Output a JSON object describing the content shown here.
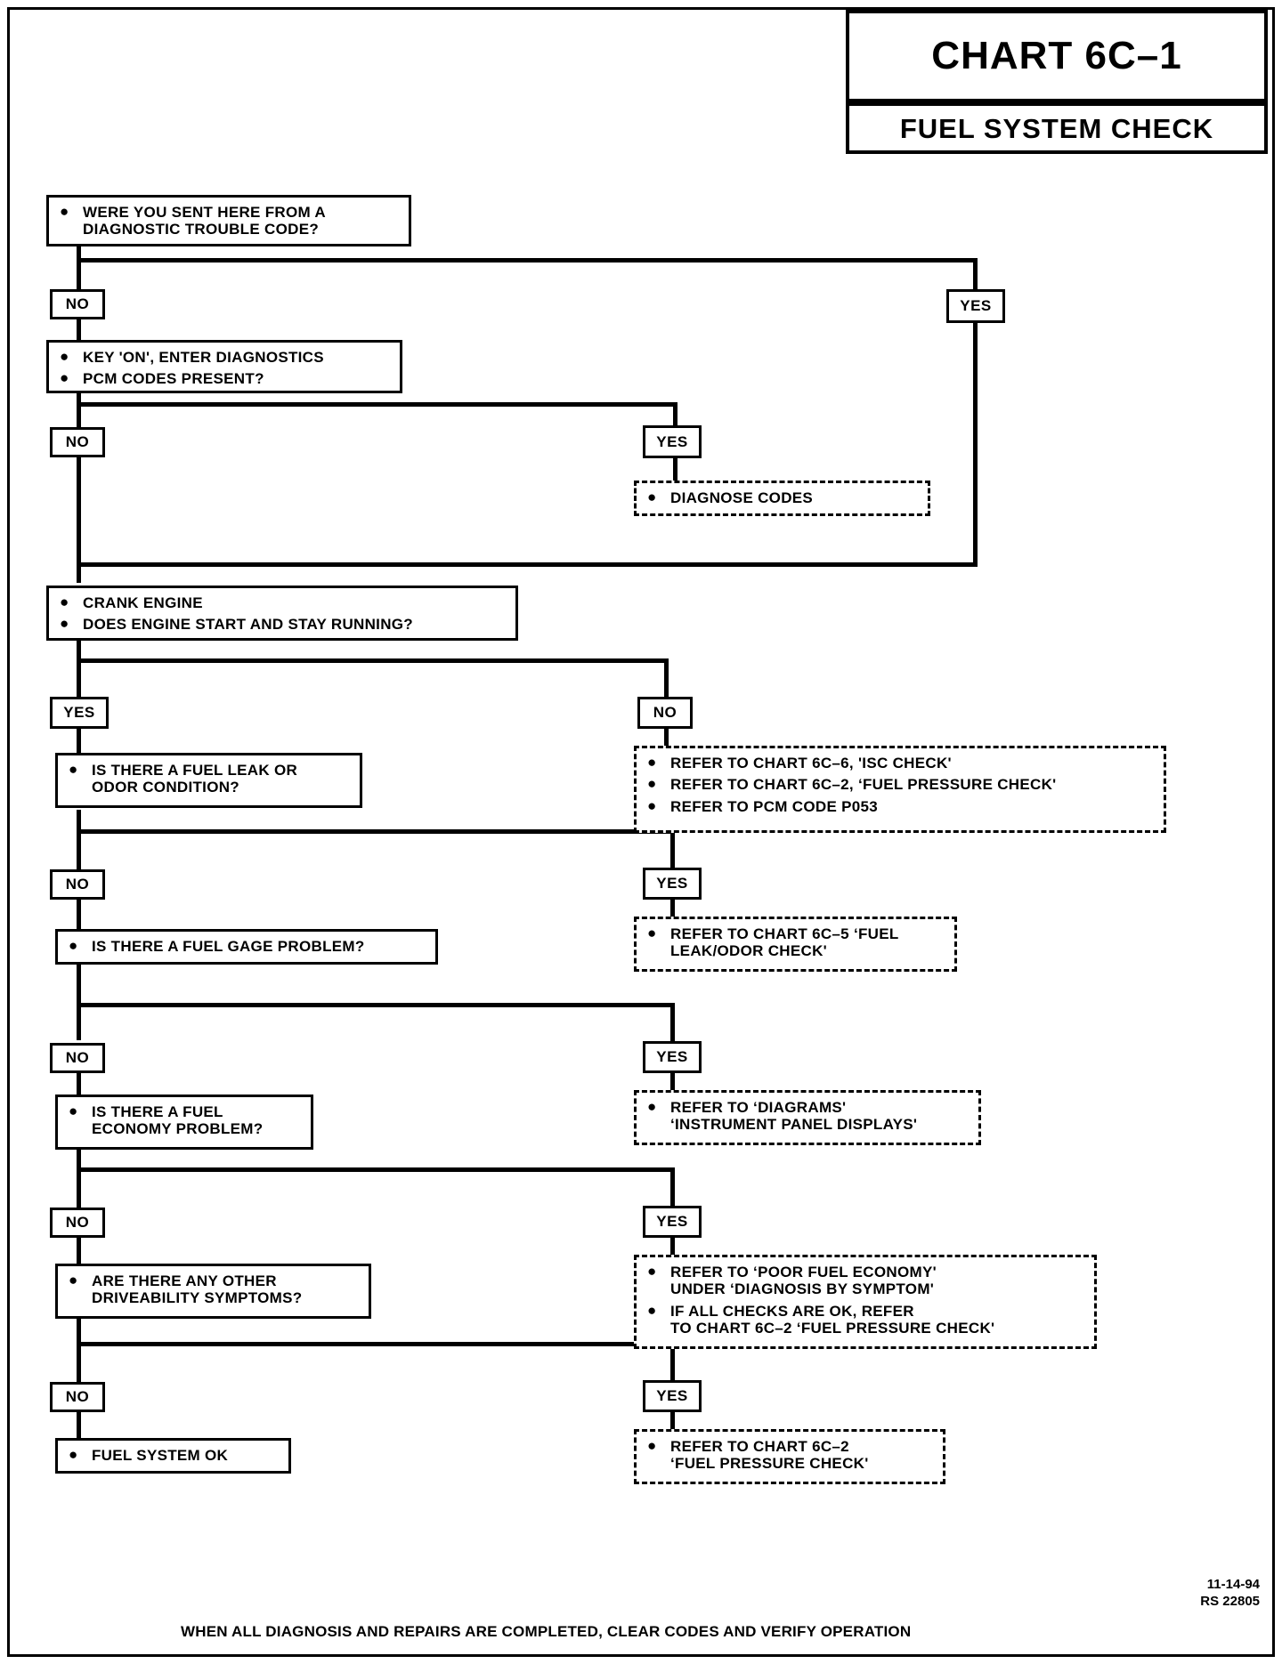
{
  "header": {
    "chart_id": "CHART 6C–1",
    "chart_title": "FUEL SYSTEM CHECK"
  },
  "labels": {
    "yes": "YES",
    "no": "NO"
  },
  "nodes": {
    "q_dtc": {
      "bullets": [
        "WERE YOU SENT HERE FROM A\nDIAGNOSTIC TROUBLE CODE?"
      ]
    },
    "q_pcm_codes": {
      "bullets": [
        "KEY 'ON', ENTER DIAGNOSTICS",
        "PCM CODES PRESENT?"
      ]
    },
    "a_diagnose_codes": {
      "bullets": [
        "DIAGNOSE CODES"
      ]
    },
    "q_crank": {
      "bullets": [
        "CRANK ENGINE",
        "DOES ENGINE START AND STAY RUNNING?"
      ]
    },
    "a_no_start": {
      "bullets": [
        "REFER TO CHART 6C–6, 'ISC CHECK'",
        "REFER TO CHART 6C–2, ‘FUEL PRESSURE CHECK'",
        "REFER  TO PCM CODE P053"
      ]
    },
    "q_leak": {
      "bullets": [
        "IS THERE A FUEL LEAK OR\nODOR CONDITION?"
      ]
    },
    "a_leak": {
      "bullets": [
        "REFER TO CHART 6C–5 ‘FUEL\nLEAK/ODOR CHECK'"
      ]
    },
    "q_gage": {
      "bullets": [
        "IS THERE A FUEL GAGE PROBLEM?"
      ]
    },
    "a_gage": {
      "bullets": [
        "REFER TO ‘DIAGRAMS'\n‘INSTRUMENT PANEL DISPLAYS'"
      ]
    },
    "q_economy": {
      "bullets": [
        "IS THERE A FUEL\nECONOMY PROBLEM?"
      ]
    },
    "a_economy": {
      "bullets": [
        "REFER TO ‘POOR FUEL ECONOMY'\nUNDER ‘DIAGNOSIS BY SYMPTOM'",
        "IF ALL CHECKS  ARE OK, REFER\nTO CHART 6C–2 ‘FUEL PRESSURE CHECK'"
      ]
    },
    "q_driveability": {
      "bullets": [
        "ARE THERE ANY OTHER\nDRIVEABILITY SYMPTOMS?"
      ]
    },
    "a_driveability": {
      "bullets": [
        "REFER TO CHART 6C–2\n‘FUEL PRESSURE CHECK'"
      ]
    },
    "a_ok": {
      "bullets": [
        "FUEL SYSTEM  OK"
      ]
    }
  },
  "footer": {
    "note": "WHEN ALL DIAGNOSIS AND REPAIRS ARE COMPLETED, CLEAR CODES AND VERIFY OPERATION",
    "date": "11-14-94",
    "code": "RS 22805"
  },
  "chart_data": {
    "type": "diagram",
    "title": "CHART 6C–1 FUEL SYSTEM CHECK",
    "diagram_kind": "flowchart",
    "steps": [
      {
        "id": "q_dtc",
        "text": "WERE YOU SENT HERE FROM A DIAGNOSTIC TROUBLE CODE?",
        "yes": "join_crank",
        "no": "q_pcm_codes"
      },
      {
        "id": "q_pcm_codes",
        "text": "KEY 'ON', ENTER DIAGNOSTICS / PCM CODES PRESENT?",
        "yes": "a_diagnose_codes",
        "no": "q_crank"
      },
      {
        "id": "a_diagnose_codes",
        "text": "DIAGNOSE CODES",
        "terminal": true
      },
      {
        "id": "q_crank",
        "text": "CRANK ENGINE / DOES ENGINE START AND STAY RUNNING?",
        "yes": "q_leak",
        "no": "a_no_start"
      },
      {
        "id": "a_no_start",
        "text": "REFER TO CHART 6C–6, 'ISC CHECK'; REFER TO CHART 6C–2, ‘FUEL PRESSURE CHECK'; REFER TO PCM CODE P053",
        "terminal": true
      },
      {
        "id": "q_leak",
        "text": "IS THERE A FUEL LEAK OR ODOR CONDITION?",
        "yes": "a_leak",
        "no": "q_gage"
      },
      {
        "id": "a_leak",
        "text": "REFER TO CHART 6C–5 ‘FUEL LEAK/ODOR CHECK'",
        "terminal": true
      },
      {
        "id": "q_gage",
        "text": "IS THERE A FUEL GAGE PROBLEM?",
        "yes": "a_gage",
        "no": "q_economy"
      },
      {
        "id": "a_gage",
        "text": "REFER TO ‘DIAGRAMS' ‘INSTRUMENT PANEL DISPLAYS'",
        "terminal": true
      },
      {
        "id": "q_economy",
        "text": "IS THERE A FUEL ECONOMY PROBLEM?",
        "yes": "a_economy",
        "no": "q_driveability"
      },
      {
        "id": "a_economy",
        "text": "REFER TO ‘POOR FUEL ECONOMY' UNDER ‘DIAGNOSIS BY SYMPTOM'; IF ALL CHECKS ARE OK, REFER TO CHART 6C–2 ‘FUEL PRESSURE CHECK'",
        "terminal": true
      },
      {
        "id": "q_driveability",
        "text": "ARE THERE ANY OTHER DRIVEABILITY SYMPTOMS?",
        "yes": "a_driveability",
        "no": "a_ok"
      },
      {
        "id": "a_driveability",
        "text": "REFER TO CHART 6C–2 ‘FUEL PRESSURE CHECK'",
        "terminal": true
      },
      {
        "id": "a_ok",
        "text": "FUEL SYSTEM OK",
        "terminal": true
      }
    ]
  }
}
